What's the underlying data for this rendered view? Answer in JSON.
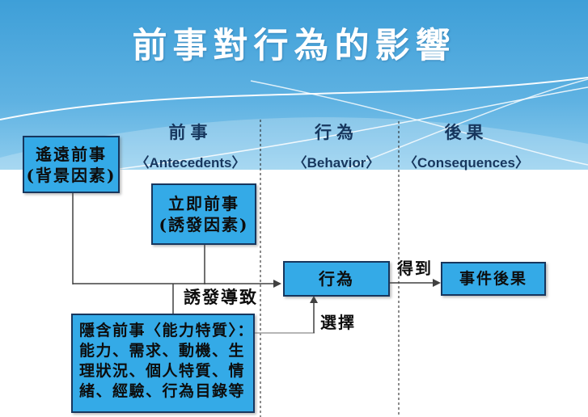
{
  "title": "前事對行為的影響",
  "columns": [
    {
      "zh": "前事",
      "en": "〈Antecedents〉"
    },
    {
      "zh": "行為",
      "en": "〈Behavior〉"
    },
    {
      "zh": "後果",
      "en": "〈Consequences〉"
    }
  ],
  "boxes": {
    "remote": {
      "line1": "遙遠前事",
      "line2": "(背景因素)"
    },
    "immediate": {
      "line1": "立即前事",
      "line2": "(誘發因素)"
    },
    "behavior": {
      "label": "行為"
    },
    "outcome": {
      "label": "事件後果"
    },
    "implicit": {
      "lines": [
        "隱含前事〈能力特質〉：",
        "能力、需求、動機、生",
        "理狀況、個人特質、情",
        "緒、經驗、行為目錄等"
      ]
    }
  },
  "edge_labels": {
    "trigger": "誘發導致",
    "obtain": "得到",
    "select": "選擇"
  },
  "colors": {
    "background_top": "#3E9FD8",
    "background_bottom": "#8FCDEE",
    "box_fill": "#34AAE7",
    "box_border": "#17365D",
    "header_text": "#17375E",
    "title_text": "#FFFFFF",
    "line": "#404040",
    "gray_line": "#9E9E9E",
    "dashed_line": "#1A1A1A"
  }
}
